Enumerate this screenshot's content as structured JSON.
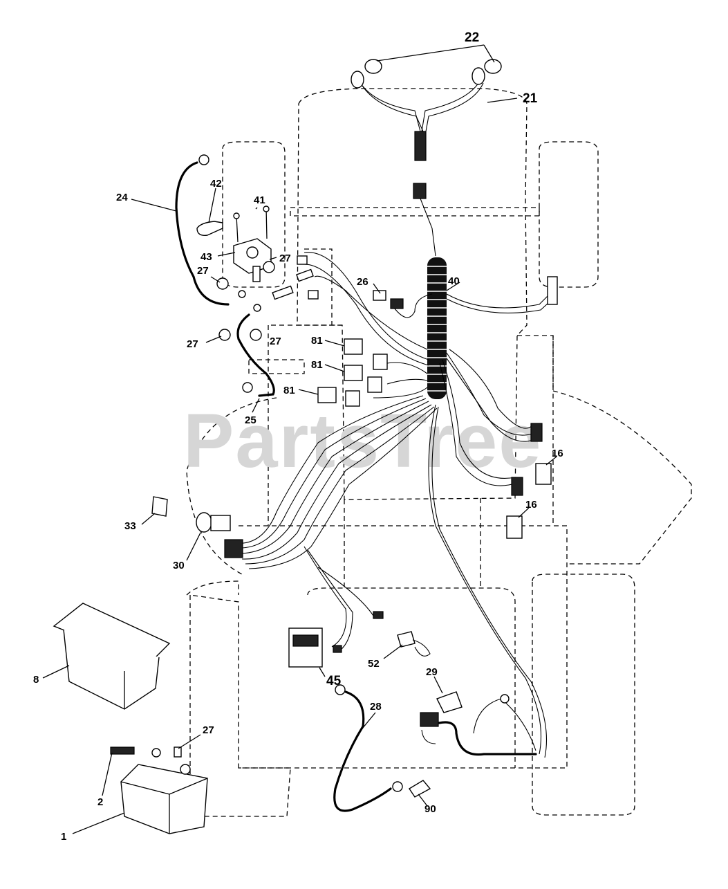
{
  "watermark": "PartsTree",
  "labels": [
    {
      "id": "1",
      "text": "1"
    },
    {
      "id": "2",
      "text": "2"
    },
    {
      "id": "8",
      "text": "8"
    },
    {
      "id": "16a",
      "text": "16"
    },
    {
      "id": "16b",
      "text": "16"
    },
    {
      "id": "21",
      "text": "21"
    },
    {
      "id": "22",
      "text": "22"
    },
    {
      "id": "24",
      "text": "24"
    },
    {
      "id": "25",
      "text": "25"
    },
    {
      "id": "26",
      "text": "26"
    },
    {
      "id": "27a",
      "text": "27"
    },
    {
      "id": "27b",
      "text": "27"
    },
    {
      "id": "27c",
      "text": "27"
    },
    {
      "id": "27d",
      "text": "27"
    },
    {
      "id": "27e",
      "text": "27"
    },
    {
      "id": "28",
      "text": "28"
    },
    {
      "id": "29",
      "text": "29"
    },
    {
      "id": "30",
      "text": "30"
    },
    {
      "id": "33",
      "text": "33"
    },
    {
      "id": "40",
      "text": "40"
    },
    {
      "id": "41",
      "text": "41"
    },
    {
      "id": "42",
      "text": "42"
    },
    {
      "id": "43",
      "text": "43"
    },
    {
      "id": "45",
      "text": "45"
    },
    {
      "id": "52",
      "text": "52"
    },
    {
      "id": "81a",
      "text": "81"
    },
    {
      "id": "81b",
      "text": "81"
    },
    {
      "id": "81c",
      "text": "81"
    },
    {
      "id": "90",
      "text": "90"
    }
  ]
}
